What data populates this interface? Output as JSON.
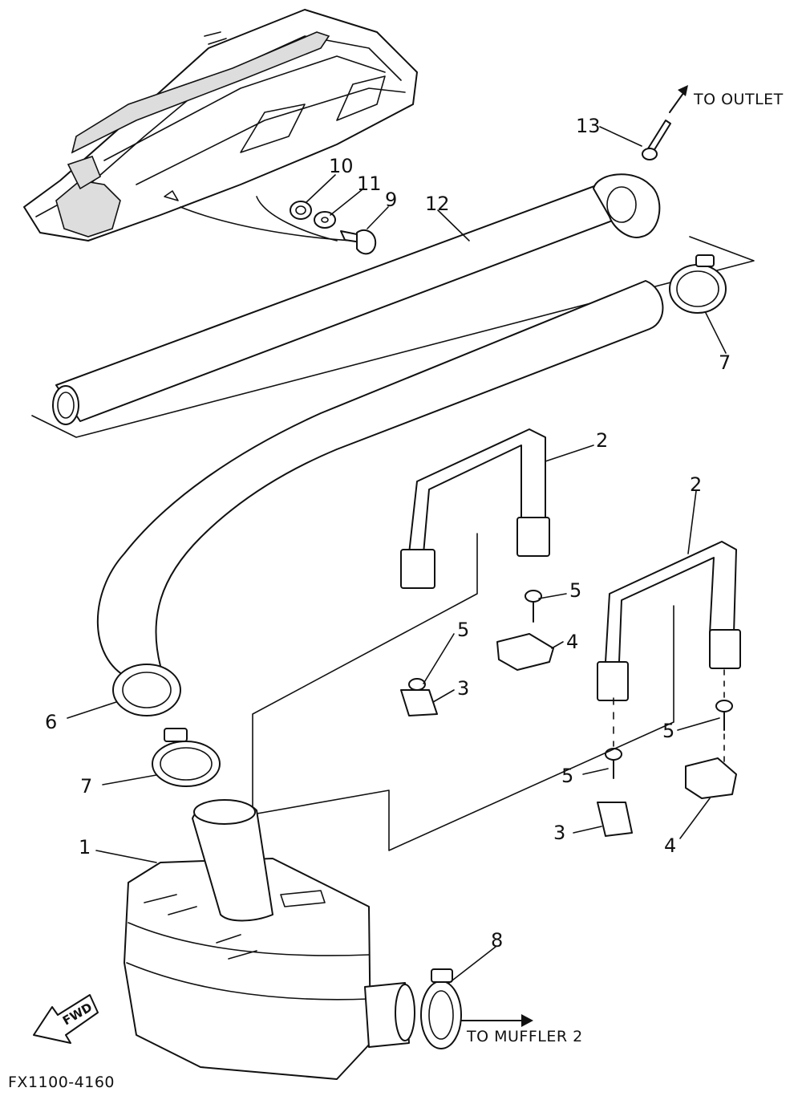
{
  "callouts": {
    "c1": "1",
    "c2a": "2",
    "c2b": "2",
    "c3a": "3",
    "c3b": "3",
    "c4a": "4",
    "c4b": "4",
    "c5a": "5",
    "c5b": "5",
    "c5c": "5",
    "c5d": "5",
    "c6": "6",
    "c7a": "7",
    "c7b": "7",
    "c8": "8",
    "c9": "9",
    "c10": "10",
    "c11": "11",
    "c12": "12",
    "c13": "13"
  },
  "labels": {
    "to_outlet": "TO OUTLET",
    "to_muffler": "TO MUFFLER 2",
    "fwd": "FWD",
    "diagram_code": "FX1100-4160"
  },
  "icons": {
    "fwd_arrow": "fwd-arrow-icon",
    "outlet_arrow": "arrow-up-right-icon",
    "muffler_arrow": "arrow-right-icon"
  }
}
